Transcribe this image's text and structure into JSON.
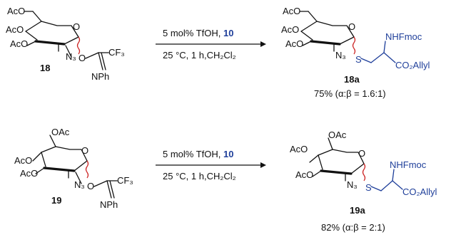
{
  "reaction_1": {
    "reactant_label": "18",
    "product_label": "18a",
    "conditions_line1_prefix": "5 mol% TfOH, ",
    "conditions_line1_reagent": "10",
    "conditions_line2": "25 °C, 1 h,CH₂Cl₂",
    "yield": "75% (α:β = 1.6:1)",
    "atoms": {
      "ac_top": "AcO",
      "ac_mid": "AcO",
      "ac_bot": "AcO",
      "azide": "N₃",
      "anomeric_o": "O",
      "ring_o": "O",
      "cf3": "CF₃",
      "imine": "NPh",
      "sulfur": "S",
      "nhfmoc": "NHFmoc",
      "ester": "CO₂Allyl"
    }
  },
  "reaction_2": {
    "reactant_label": "19",
    "product_label": "19a",
    "conditions_line1_prefix": "5 mol% TfOH, ",
    "conditions_line1_reagent": "10",
    "conditions_line2": "25 °C, 1 h,CH₂Cl₂",
    "yield": "82% (α:β = 2:1)",
    "atoms": {
      "ac_c6": "OAc",
      "ac_c4": "AcO",
      "ac_c3": "AcO",
      "azide": "N₃",
      "anomeric_o": "O",
      "ring_o": "O",
      "cf3": "CF₃",
      "imine": "NPh",
      "sulfur": "S",
      "nhfmoc": "NHFmoc",
      "ester": "CO₂Allyl"
    }
  },
  "colors": {
    "text": "#111111",
    "blue": "#1f3f9a",
    "wavy_bond": "#cc2222"
  }
}
